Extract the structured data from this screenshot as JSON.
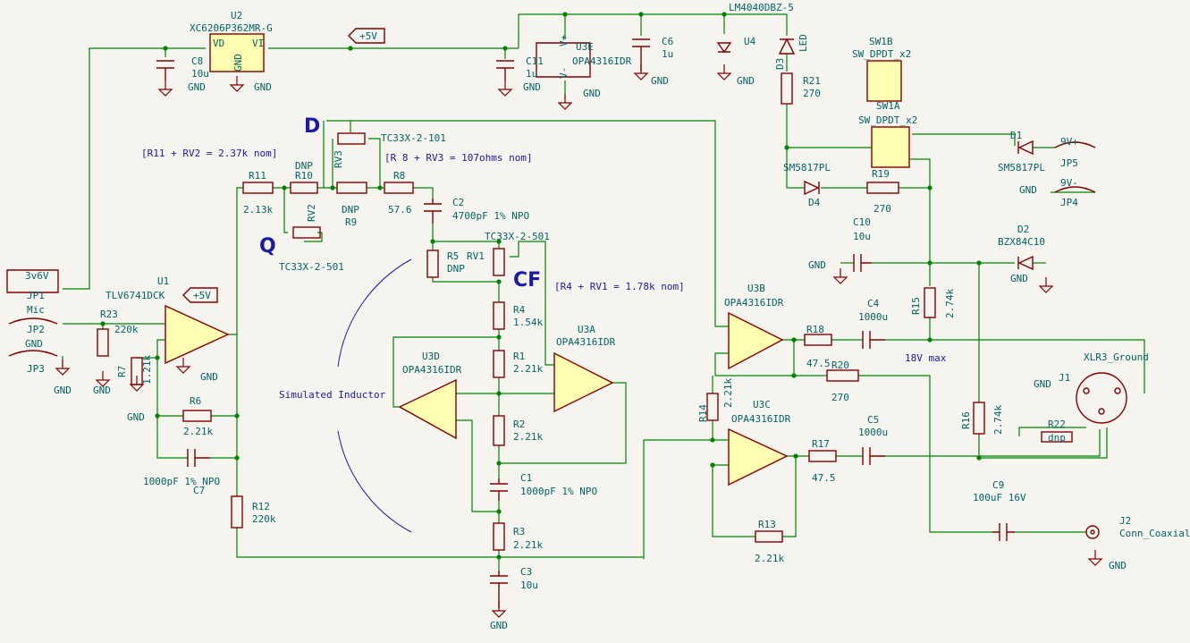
{
  "title_text": "",
  "labels": {
    "u2_ref": "U2",
    "u2_val": "XC6206P362MR-G",
    "u2_vd": "VD",
    "u2_vi": "VI",
    "u2_gnd": "GND",
    "p5v": "+5V",
    "c8_ref": "C8",
    "c8_val": "10u",
    "gnd": "GND",
    "c11_ref": "C11",
    "c11_val": "1u",
    "u3e_ref": "U3E",
    "u3e_val": "OPA4316IDR",
    "vplus": "V+",
    "vminus": "V-",
    "c6_ref": "C6",
    "c6_val": "1u",
    "u4_ref": "U4",
    "u4_val": "LM4040DBZ-5",
    "d3_ref": "D3",
    "d3_val": "LED",
    "r21_ref": "R21",
    "r21_val": "270",
    "sw1b_ref": "SW1B",
    "sw1b_val": "SW_DPDT_x2",
    "sw1a_ref": "SW1A",
    "sw1a_val": "SW_DPDT_x2",
    "d1_ref": "D1",
    "d1_val": "SM5817PL",
    "v9p": "9V+",
    "jp5": "JP5",
    "v9m": "9V-",
    "jp4": "JP4",
    "d4_ref": "D4",
    "d4_val": "SM5817PL",
    "r19_ref": "R19",
    "r19_val": "270",
    "c10_ref": "C10",
    "c10_val": "10u",
    "d2_ref": "D2",
    "d2_val": "BZX84C10",
    "r15_ref": "R15",
    "r15_val": "2.74k",
    "c4_ref": "C4",
    "c4_val": "1000u",
    "v18": "18V max",
    "u3b_ref": "U3B",
    "u3b_val": "OPA4316IDR",
    "r18_ref": "R18",
    "r18_val": "47.5",
    "r20_ref": "R20",
    "r20_val": "270",
    "xlr_ref": "XLR3_Ground",
    "j1_ref": "J1",
    "r16_ref": "R16",
    "r16_val": "2.74k",
    "r22_ref": "R22",
    "r22_val": "dnp",
    "u3c_ref": "U3C",
    "u3c_val": "OPA4316IDR",
    "r14_ref": "R14",
    "r14_val": "2.21k",
    "c5_ref": "C5",
    "c5_val": "1000u",
    "r17_ref": "R17",
    "r17_val": "47.5",
    "r13_ref": "R13",
    "r13_val": "2.21k",
    "c9_ref": "C9",
    "c9_val": "100uF 16V",
    "j2_ref": "J2",
    "j2_val": "Conn_Coaxial",
    "jp1": "JP1",
    "v36": "3v6V",
    "jp2": "JP2",
    "mic": "Mic",
    "jp3": "JP3",
    "u1_ref": "U1",
    "u1_val": "TLV6741DCK",
    "r23_ref": "R23",
    "r23_val": "220k",
    "r7_ref": "R7",
    "r7_val": "1.21k",
    "r6_ref": "R6",
    "r6_val": "2.21k",
    "c7_ref": "C7",
    "c7_val": "1000pF 1% NPO",
    "r12_ref": "R12",
    "r12_val": "220k",
    "r11_ref": "R11",
    "r11_val": "2.13k",
    "r10_ref": "R10",
    "dnp": "DNP",
    "rv2_ref": "RV2",
    "rv2_val": "TC33X-2-501",
    "rv3_ref": "RV3",
    "rv3_val": "TC33X-2-101",
    "r9_ref": "R9",
    "r8_ref": "R8",
    "r8_val": "57.6",
    "c2_ref": "C2",
    "c2_val": "4700pF 1% NPO",
    "r5_ref": "R5",
    "rv1_ref": "RV1",
    "rv1_val": "TC33X-2-501",
    "r4_ref": "R4",
    "r4_val": "1.54k",
    "r1_ref": "R1",
    "r1_val": "2.21k",
    "r2_ref": "R2",
    "r2_val": "2.21k",
    "c1_ref": "C1",
    "c1_val": "1000pF 1% NPO",
    "r3_ref": "R3",
    "r3_val": "2.21k",
    "c3_ref": "C3",
    "c3_val": "10u",
    "u3a_ref": "U3A",
    "u3a_val": "OPA4316IDR",
    "u3d_ref": "U3D",
    "u3d_val": "OPA4316IDR",
    "note1": "[R11 + RV2 = 2.37k nom]",
    "note2": "[R 8 + RV3 = 107ohms nom]",
    "note3": "[R4 + RV1 = 1.78k nom]",
    "sim": "Simulated Inductor",
    "D": "D",
    "Q": "Q",
    "CF": "CF"
  }
}
